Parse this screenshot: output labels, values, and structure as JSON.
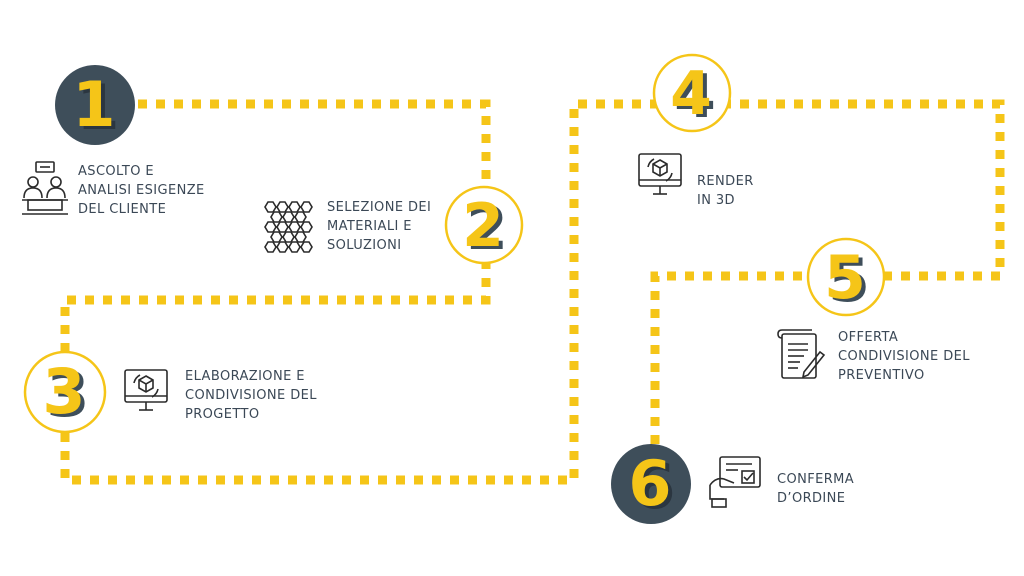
{
  "colors": {
    "accent": "#f5c518",
    "dark": "#3e4e5a",
    "text": "#3b4856",
    "background": "#ffffff"
  },
  "steps": [
    {
      "number": "1",
      "style": "dark",
      "icon": "meeting-icon",
      "lines": [
        "ASCOLTO E",
        "ANALISI ESIGENZE",
        "DEL CLIENTE"
      ]
    },
    {
      "number": "2",
      "style": "outline",
      "icon": "hexagon-mesh-icon",
      "lines": [
        "SELEZIONE DEI",
        "MATERIALI E",
        "SOLUZIONI"
      ]
    },
    {
      "number": "3",
      "style": "outline",
      "icon": "monitor-3d-icon",
      "lines": [
        "ELABORAZIONE E",
        "CONDIVISIONE DEL",
        "PROGETTO"
      ]
    },
    {
      "number": "4",
      "style": "outline",
      "icon": "monitor-3d-icon",
      "lines": [
        "RENDER",
        "IN 3D"
      ]
    },
    {
      "number": "5",
      "style": "outline",
      "icon": "document-pen-icon",
      "lines": [
        "OFFERTA",
        "CONDIVISIONE DEL",
        "PREVENTIVO"
      ]
    },
    {
      "number": "6",
      "style": "dark",
      "icon": "order-confirm-icon",
      "lines": [
        "CONFERMA",
        "D’ORDINE"
      ]
    }
  ]
}
